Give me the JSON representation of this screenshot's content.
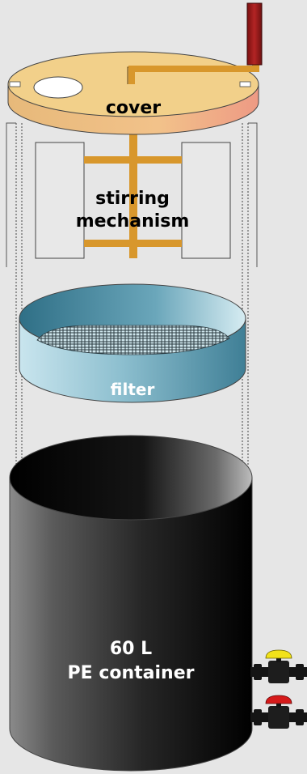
{
  "labels": {
    "cover": "cover",
    "stirring_line1": "stirring",
    "stirring_line2": "mechanism",
    "filter": "filter",
    "container_line1": "60 L",
    "container_line2": "PE container"
  },
  "colors": {
    "background": "#e6e6e6",
    "cover": "#f2d08a",
    "frame": "#d8972c",
    "crank": "#a51f1f",
    "paddle": "#e8e8e8",
    "filter_light": "#b9dbe6",
    "filter_dark": "#4c8aa0",
    "container": "#141414",
    "valve_yellow": "#f2e21a",
    "valve_red": "#d61a1a",
    "pipe": "#151515"
  }
}
